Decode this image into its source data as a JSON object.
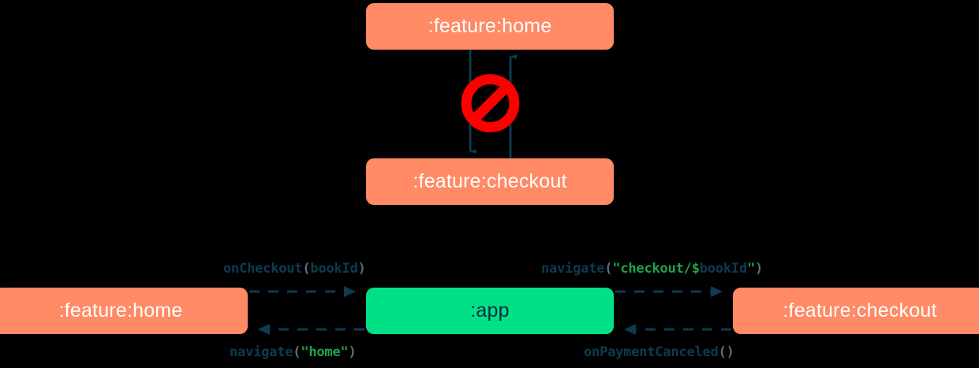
{
  "diagram": {
    "title": "Module navigation dependency diagram",
    "colors": {
      "feature_module": "#FF8A65",
      "app_module": "#00E187",
      "edge": "#0D3B50",
      "forbidden": "#FF0000",
      "string_literal": "#1FA34A",
      "punctuation": "#5A6E78",
      "background": "#000000",
      "feature_label": "#FFFFFF",
      "app_label": "#0D2B3E"
    },
    "top_section": {
      "nodes": [
        {
          "id": "home-top",
          "label": ":feature:home",
          "kind": "feature"
        },
        {
          "id": "checkout-top",
          "label": ":feature:checkout",
          "kind": "feature"
        }
      ],
      "edges": [
        {
          "from": "home-top",
          "to": "checkout-top",
          "style": "solid",
          "direction": "down"
        },
        {
          "from": "checkout-top",
          "to": "home-top",
          "style": "solid",
          "direction": "up"
        }
      ],
      "overlay_icon": "no-entry-icon",
      "overlay_meaning": "forbidden direct dependency"
    },
    "bottom_section": {
      "nodes": [
        {
          "id": "home-bottom",
          "label": ":feature:home",
          "kind": "feature"
        },
        {
          "id": "app",
          "label": ":app",
          "kind": "app"
        },
        {
          "id": "checkout-bottom",
          "label": ":feature:checkout",
          "kind": "feature"
        }
      ],
      "edges": [
        {
          "id": "home-to-app",
          "from": "home-bottom",
          "to": "app",
          "style": "dashed",
          "direction": "right",
          "label_plain": "onCheckout(bookId)",
          "label_tokens": [
            {
              "text": "onCheckout",
              "type": "fn"
            },
            {
              "text": "(",
              "type": "punct"
            },
            {
              "text": "bookId",
              "type": "var"
            },
            {
              "text": ")",
              "type": "punct"
            }
          ]
        },
        {
          "id": "app-to-checkout",
          "from": "app",
          "to": "checkout-bottom",
          "style": "dashed",
          "direction": "right",
          "label_plain": "navigate(\"checkout/$bookId\")",
          "label_tokens": [
            {
              "text": "navigate",
              "type": "fn"
            },
            {
              "text": "(",
              "type": "punct"
            },
            {
              "text": "\"checkout/",
              "type": "str"
            },
            {
              "text": "$",
              "type": "str"
            },
            {
              "text": "bookId",
              "type": "var"
            },
            {
              "text": "\"",
              "type": "str"
            },
            {
              "text": ")",
              "type": "punct"
            }
          ]
        },
        {
          "id": "app-to-home",
          "from": "app",
          "to": "home-bottom",
          "style": "dashed",
          "direction": "left",
          "label_plain": "navigate(\"home\")",
          "label_tokens": [
            {
              "text": "navigate",
              "type": "fn"
            },
            {
              "text": "(",
              "type": "punct"
            },
            {
              "text": "\"home\"",
              "type": "str"
            },
            {
              "text": ")",
              "type": "punct"
            }
          ]
        },
        {
          "id": "checkout-to-app",
          "from": "checkout-bottom",
          "to": "app",
          "style": "dashed",
          "direction": "left",
          "label_plain": "onPaymentCanceled()",
          "label_tokens": [
            {
              "text": "onPaymentCanceled",
              "type": "fn"
            },
            {
              "text": "()",
              "type": "punct"
            }
          ]
        }
      ]
    }
  }
}
